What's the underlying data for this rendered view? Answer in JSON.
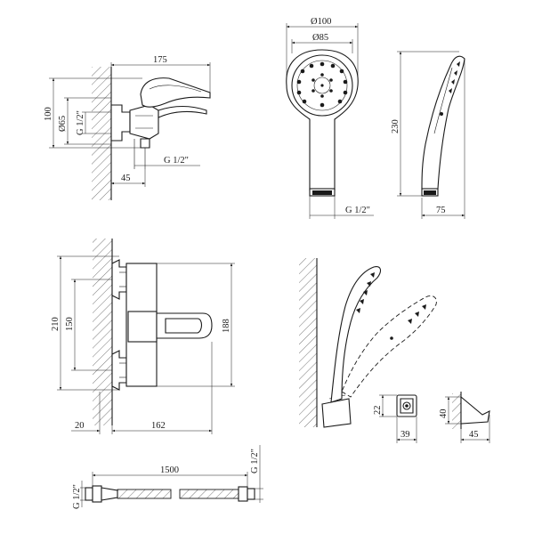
{
  "labels": {
    "faucet_width": "175",
    "faucet_height": "100",
    "faucet_body_dia": "Ø65",
    "faucet_inlet_thread": "G 1/2\"",
    "faucet_outlet_thread": "G 1/2\"",
    "faucet_depth": "45",
    "head_outer_dia": "Ø100",
    "head_inner_dia": "Ø85",
    "head_thread": "G 1/2\"",
    "head_length": "230",
    "head_side_width": "75",
    "front_height_total": "210",
    "front_height_inner": "150",
    "front_height_right": "188",
    "front_offset": "20",
    "front_width": "162",
    "hose_length": "1500",
    "hose_thread_left": "G 1/2\"",
    "hose_thread_right": "G 1/2\"",
    "holder_height": "22",
    "holder_width": "39",
    "bracket_height": "40",
    "bracket_width": "45"
  }
}
